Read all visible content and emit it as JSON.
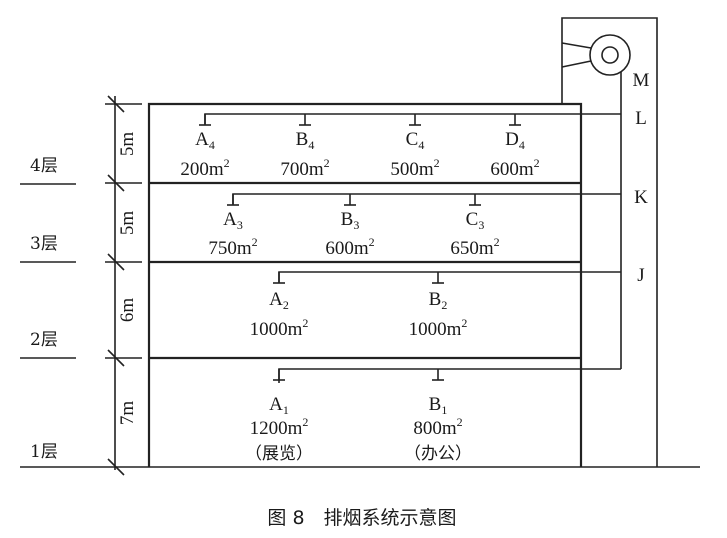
{
  "caption": "图 8　排烟系统示意图",
  "floors": [
    {
      "label": "4层",
      "height": "5m"
    },
    {
      "label": "3层",
      "height": "5m"
    },
    {
      "label": "2层",
      "height": "6m"
    },
    {
      "label": "1层",
      "height": "7m"
    }
  ],
  "nodes": {
    "M": "M",
    "L": "L",
    "K": "K",
    "J": "J"
  },
  "outlets": {
    "f4": [
      {
        "name": "A",
        "sub": "4",
        "area": "200m",
        "sup": "2"
      },
      {
        "name": "B",
        "sub": "4",
        "area": "700m",
        "sup": "2"
      },
      {
        "name": "C",
        "sub": "4",
        "area": "500m",
        "sup": "2"
      },
      {
        "name": "D",
        "sub": "4",
        "area": "600m",
        "sup": "2"
      }
    ],
    "f3": [
      {
        "name": "A",
        "sub": "3",
        "area": "750m",
        "sup": "2"
      },
      {
        "name": "B",
        "sub": "3",
        "area": "600m",
        "sup": "2"
      },
      {
        "name": "C",
        "sub": "3",
        "area": "650m",
        "sup": "2"
      }
    ],
    "f2": [
      {
        "name": "A",
        "sub": "2",
        "area": "1000m",
        "sup": "2"
      },
      {
        "name": "B",
        "sub": "2",
        "area": "1000m",
        "sup": "2"
      }
    ],
    "f1": [
      {
        "name": "A",
        "sub": "1",
        "area": "1200m",
        "sup": "2",
        "use": "（展览）"
      },
      {
        "name": "B",
        "sub": "1",
        "area": "800m",
        "sup": "2",
        "use": "（办公）"
      }
    ]
  }
}
